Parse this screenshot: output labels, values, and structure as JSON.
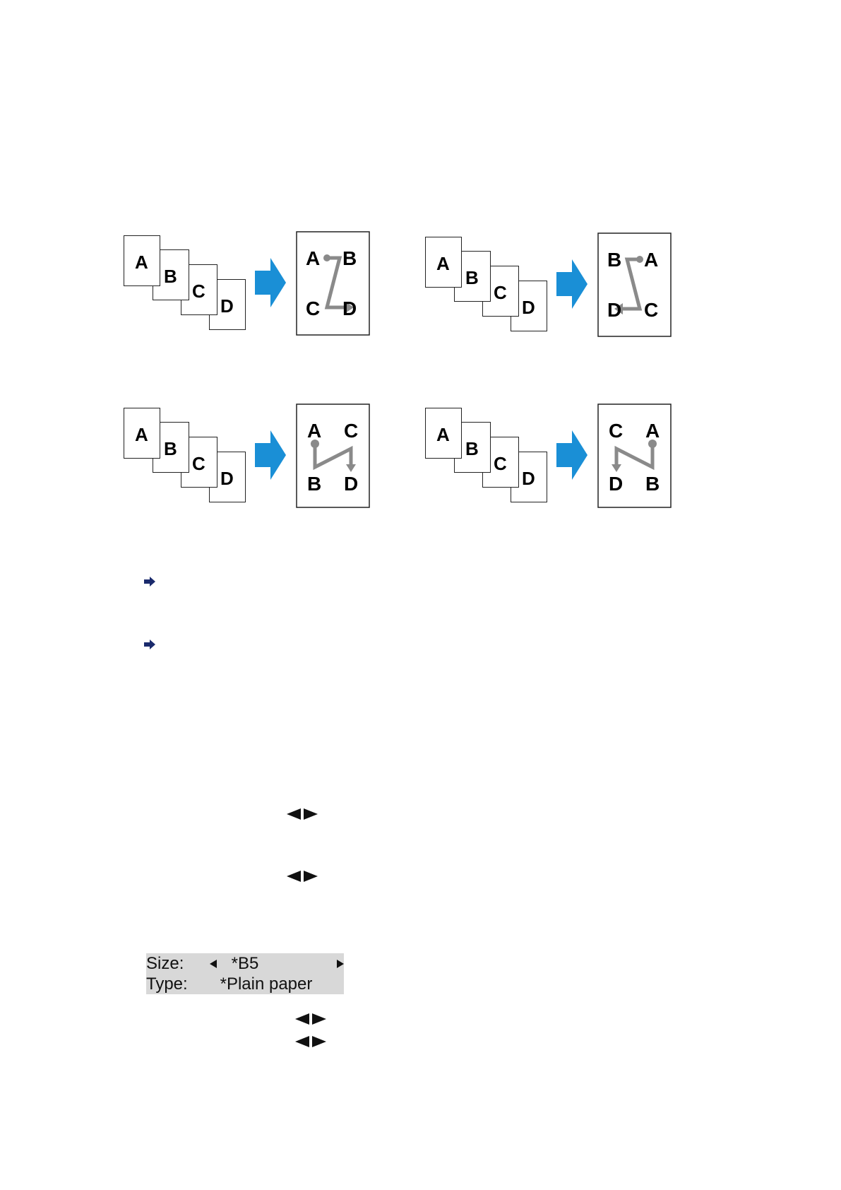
{
  "colors": {
    "flow_arrow": "#1a8fd6",
    "path_line": "#8a8a8a",
    "lcd_background": "#d8d8d8",
    "ref_arrow": "#1a2a6c"
  },
  "diagrams": [
    {
      "source_pages": [
        "A",
        "B",
        "C",
        "D"
      ],
      "result_labels": {
        "top_left": "A",
        "top_right": "B",
        "bottom_left": "C",
        "bottom_right": "D"
      }
    },
    {
      "source_pages": [
        "A",
        "B",
        "C",
        "D"
      ],
      "result_labels": {
        "top_left": "B",
        "top_right": "A",
        "bottom_left": "D",
        "bottom_right": "C"
      }
    },
    {
      "source_pages": [
        "A",
        "B",
        "C",
        "D"
      ],
      "result_labels": {
        "top_left": "A",
        "top_right": "C",
        "bottom_left": "B",
        "bottom_right": "D"
      }
    },
    {
      "source_pages": [
        "A",
        "B",
        "C",
        "D"
      ],
      "result_labels": {
        "top_left": "C",
        "top_right": "A",
        "bottom_left": "D",
        "bottom_right": "B"
      }
    }
  ],
  "icons": [
    "arrow-right-icon",
    "left-right-arrows-icon"
  ],
  "lcd": {
    "size_label": "Size:",
    "size_value": "*B5",
    "type_label": "Type:",
    "type_value": "*Plain paper"
  }
}
